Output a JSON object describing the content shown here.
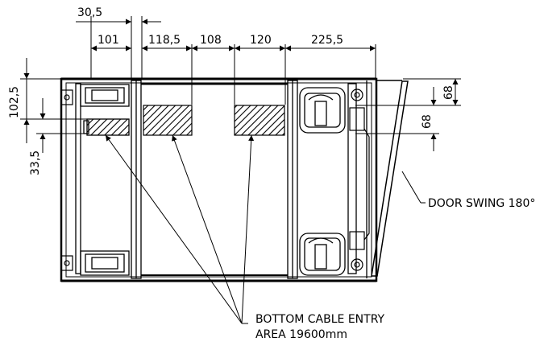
{
  "dimensions": {
    "top_row": [
      "101",
      "118,5",
      "108",
      "120",
      "225,5"
    ],
    "top_small": "30,5",
    "left_large": "102,5",
    "left_small": "33,5",
    "right_upper": "68",
    "right_lower": "68"
  },
  "callouts": {
    "door_swing": "DOOR SWING 180°",
    "cable_entry_line1": "BOTTOM CABLE ENTRY",
    "cable_entry_line2": "AREA 19600mm"
  },
  "colors": {
    "line": "#000000",
    "hatch": "#000000",
    "background": "#ffffff"
  }
}
